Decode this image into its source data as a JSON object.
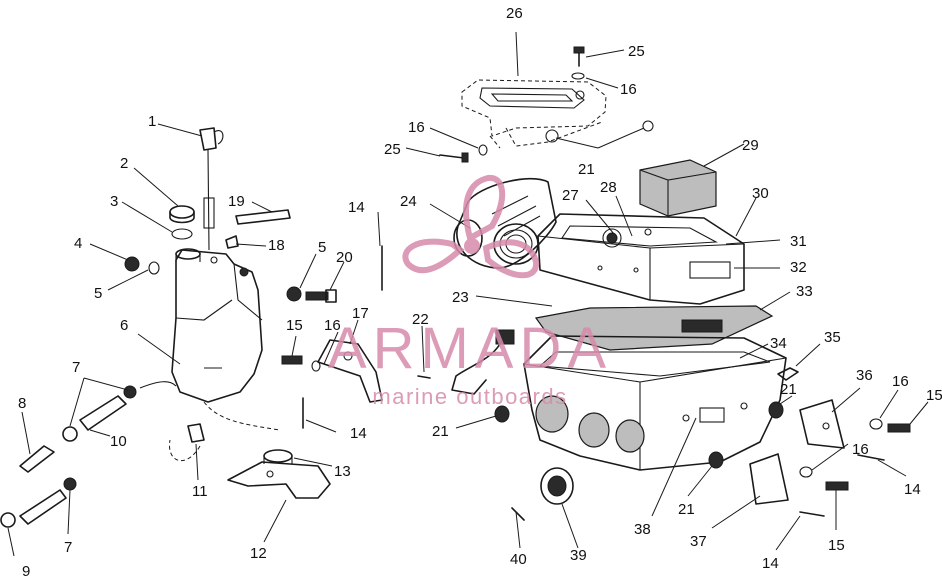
{
  "watermark": {
    "brand": "ARMADA",
    "tagline": "marine outboards",
    "color": "#d78aaa"
  },
  "callouts": [
    {
      "id": "c26",
      "label": "26"
    },
    {
      "id": "c25a",
      "label": "25"
    },
    {
      "id": "c16a",
      "label": "16"
    },
    {
      "id": "c16b",
      "label": "16"
    },
    {
      "id": "c25b",
      "label": "25"
    },
    {
      "id": "c21a",
      "label": "21"
    },
    {
      "id": "c29",
      "label": "29"
    },
    {
      "id": "c1",
      "label": "1"
    },
    {
      "id": "c2",
      "label": "2"
    },
    {
      "id": "c3",
      "label": "3"
    },
    {
      "id": "c19",
      "label": "19"
    },
    {
      "id": "c18",
      "label": "18"
    },
    {
      "id": "c4",
      "label": "4"
    },
    {
      "id": "c5a",
      "label": "5"
    },
    {
      "id": "c5b",
      "label": "5"
    },
    {
      "id": "c20",
      "label": "20"
    },
    {
      "id": "c14a",
      "label": "14"
    },
    {
      "id": "c24",
      "label": "24"
    },
    {
      "id": "c27",
      "label": "27"
    },
    {
      "id": "c28",
      "label": "28"
    },
    {
      "id": "c30",
      "label": "30"
    },
    {
      "id": "c31",
      "label": "31"
    },
    {
      "id": "c32",
      "label": "32"
    },
    {
      "id": "c23",
      "label": "23"
    },
    {
      "id": "c33",
      "label": "33"
    },
    {
      "id": "c6",
      "label": "6"
    },
    {
      "id": "c15a",
      "label": "15"
    },
    {
      "id": "c16c",
      "label": "16"
    },
    {
      "id": "c17",
      "label": "17"
    },
    {
      "id": "c22",
      "label": "22"
    },
    {
      "id": "c34",
      "label": "34"
    },
    {
      "id": "c35",
      "label": "35"
    },
    {
      "id": "c7a",
      "label": "7"
    },
    {
      "id": "c8",
      "label": "8"
    },
    {
      "id": "c10",
      "label": "10"
    },
    {
      "id": "c36",
      "label": "36"
    },
    {
      "id": "c16d",
      "label": "16"
    },
    {
      "id": "c15b",
      "label": "15"
    },
    {
      "id": "c21b",
      "label": "21"
    },
    {
      "id": "c14b",
      "label": "14"
    },
    {
      "id": "c21c",
      "label": "21"
    },
    {
      "id": "c11",
      "label": "11"
    },
    {
      "id": "c13",
      "label": "13"
    },
    {
      "id": "c14c",
      "label": "14"
    },
    {
      "id": "c16e",
      "label": "16"
    },
    {
      "id": "c7b",
      "label": "7"
    },
    {
      "id": "c38",
      "label": "38"
    },
    {
      "id": "c21d",
      "label": "21"
    },
    {
      "id": "c12",
      "label": "12"
    },
    {
      "id": "c37",
      "label": "37"
    },
    {
      "id": "c15c",
      "label": "15"
    },
    {
      "id": "c14d",
      "label": "14"
    },
    {
      "id": "c9",
      "label": "9"
    },
    {
      "id": "c40",
      "label": "40"
    },
    {
      "id": "c39",
      "label": "39"
    }
  ]
}
